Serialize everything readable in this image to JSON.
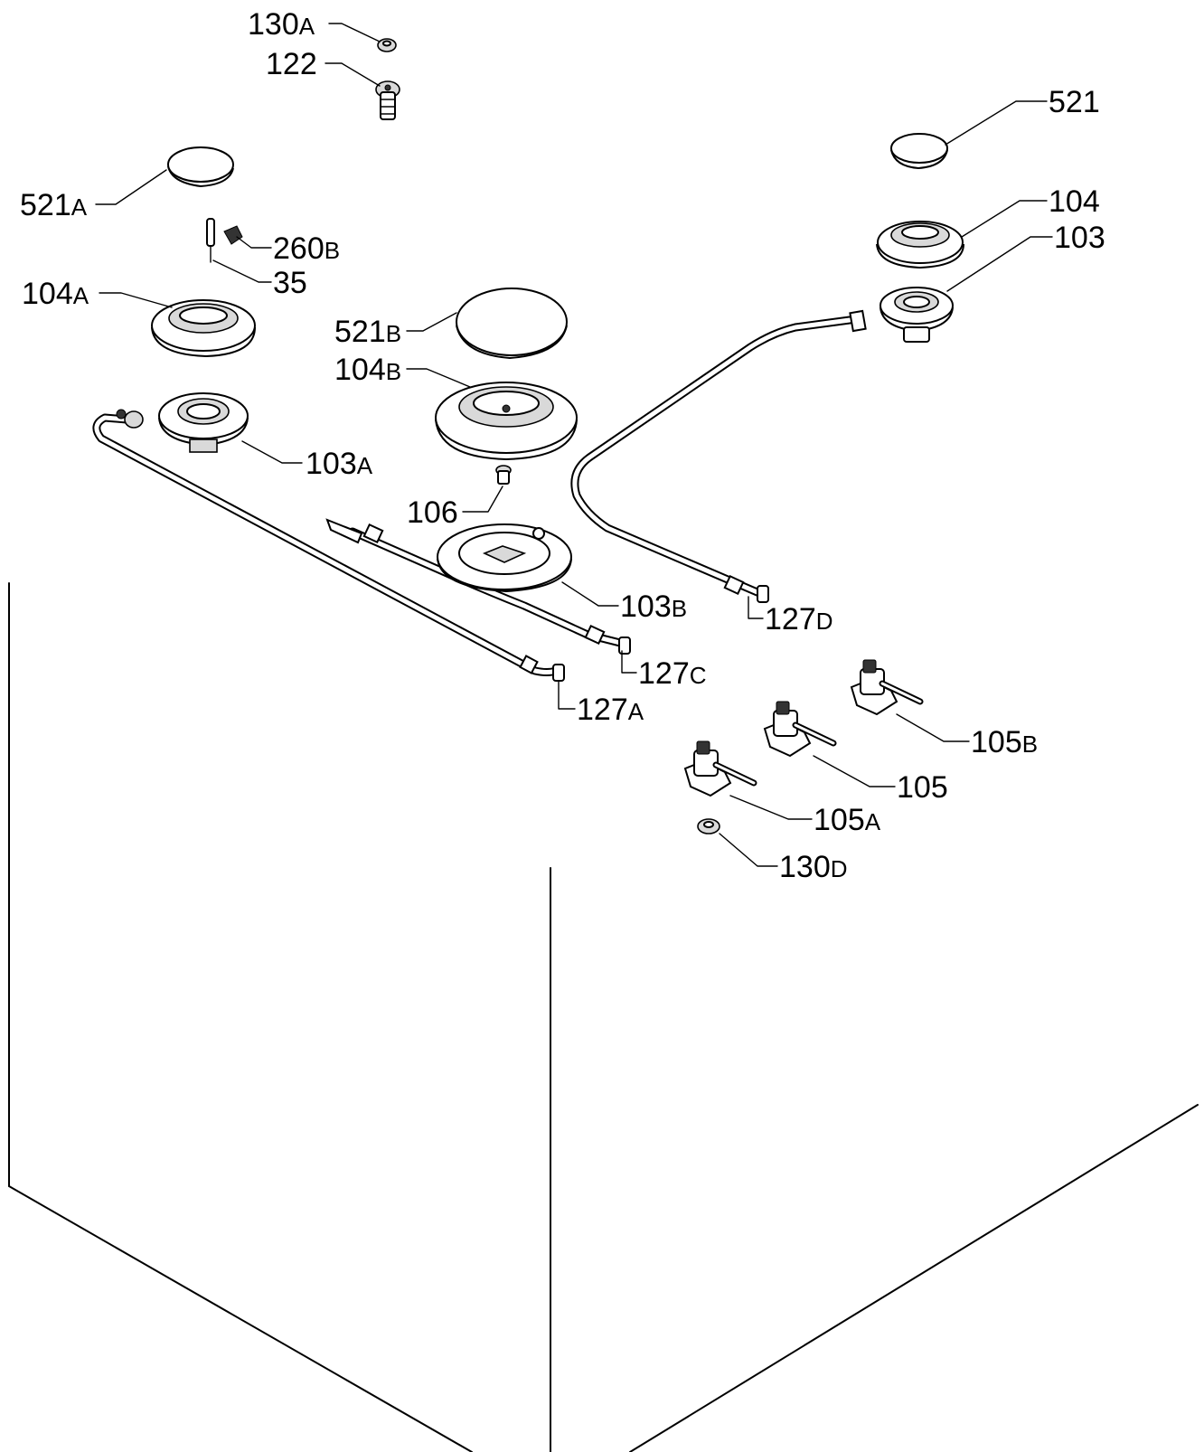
{
  "diagram": {
    "labels": [
      {
        "id": "130A",
        "num": "130",
        "suffix": "A"
      },
      {
        "id": "122",
        "num": "122",
        "suffix": ""
      },
      {
        "id": "521",
        "num": "521",
        "suffix": ""
      },
      {
        "id": "521A",
        "num": "521",
        "suffix": "A"
      },
      {
        "id": "104",
        "num": "104",
        "suffix": ""
      },
      {
        "id": "103",
        "num": "103",
        "suffix": ""
      },
      {
        "id": "260B",
        "num": "260",
        "suffix": "B"
      },
      {
        "id": "35",
        "num": "35",
        "suffix": ""
      },
      {
        "id": "104A",
        "num": "104",
        "suffix": "A"
      },
      {
        "id": "521B",
        "num": "521",
        "suffix": "B"
      },
      {
        "id": "104B",
        "num": "104",
        "suffix": "B"
      },
      {
        "id": "103A",
        "num": "103",
        "suffix": "A"
      },
      {
        "id": "106",
        "num": "106",
        "suffix": ""
      },
      {
        "id": "103B",
        "num": "103",
        "suffix": "B"
      },
      {
        "id": "127D",
        "num": "127",
        "suffix": "D"
      },
      {
        "id": "127C",
        "num": "127",
        "suffix": "C"
      },
      {
        "id": "127A",
        "num": "127",
        "suffix": "A"
      },
      {
        "id": "105B",
        "num": "105",
        "suffix": "B"
      },
      {
        "id": "105",
        "num": "105",
        "suffix": ""
      },
      {
        "id": "105A",
        "num": "105",
        "suffix": "A"
      },
      {
        "id": "130D",
        "num": "130",
        "suffix": "D"
      }
    ]
  }
}
